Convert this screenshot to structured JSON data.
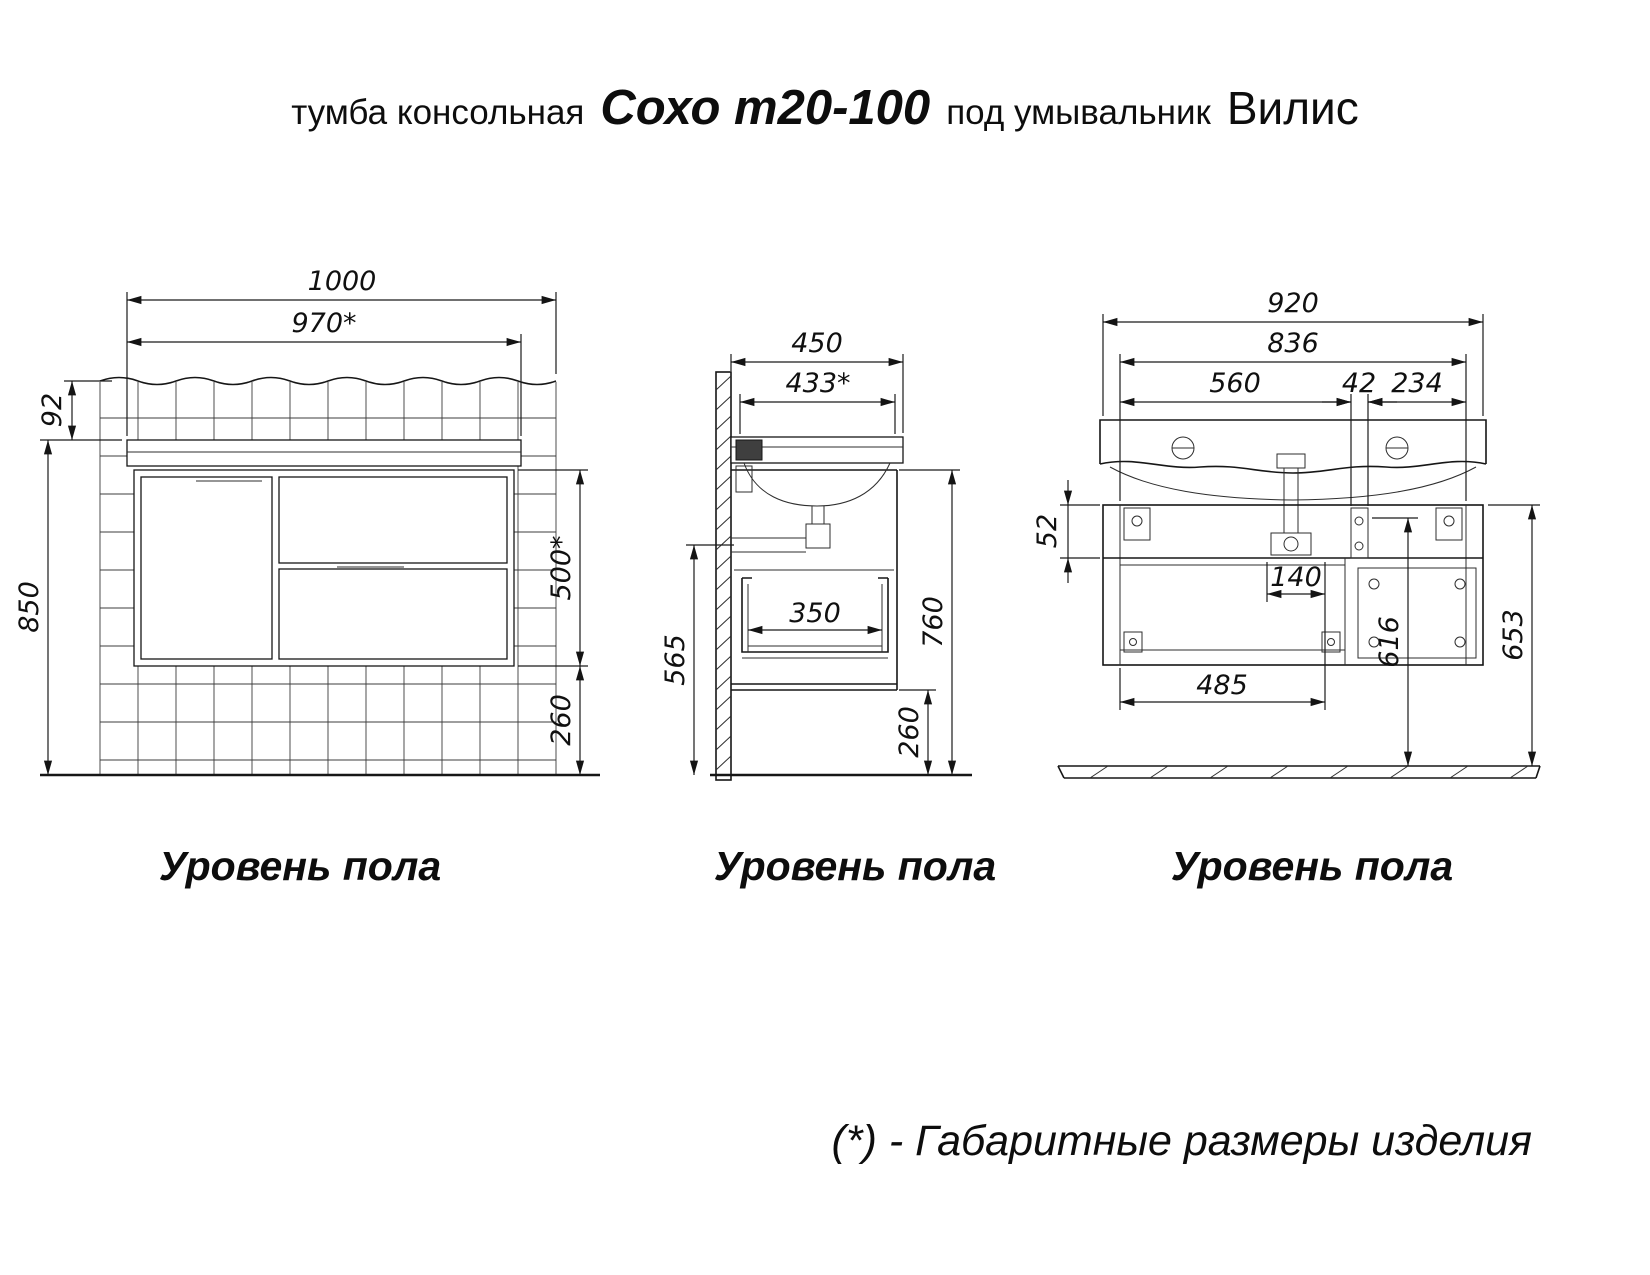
{
  "title": {
    "prefix": "тумба консольная",
    "model": "Сохо т20-100",
    "middle": "под умывальник",
    "basin": "Вилис"
  },
  "footnote": "(*) - Габаритные размеры изделия",
  "colors": {
    "ink": "#161616",
    "background": "#ffffff"
  },
  "views": {
    "front": {
      "floor_label": "Уровень пола",
      "dims": {
        "width_total": "1000",
        "width_product": "970*",
        "top_height": "92",
        "height_total": "850",
        "cabinet_height": "500*",
        "floor_clearance": "260"
      }
    },
    "side": {
      "floor_label": "Уровень пола",
      "dims": {
        "depth_total": "450",
        "depth_product": "433*",
        "drain_height": "565",
        "height_overall": "760",
        "drawer_inner_width": "350",
        "floor_clearance": "260"
      }
    },
    "back": {
      "floor_label": "Уровень пола",
      "dims": {
        "width_total": "920",
        "width_inner": "836",
        "left_span": "560",
        "bracket_width": "42",
        "right_span": "234",
        "rail_height": "52",
        "drain_offset": "140",
        "bottom_span": "485",
        "height_mid": "616",
        "height_side": "653"
      }
    }
  }
}
